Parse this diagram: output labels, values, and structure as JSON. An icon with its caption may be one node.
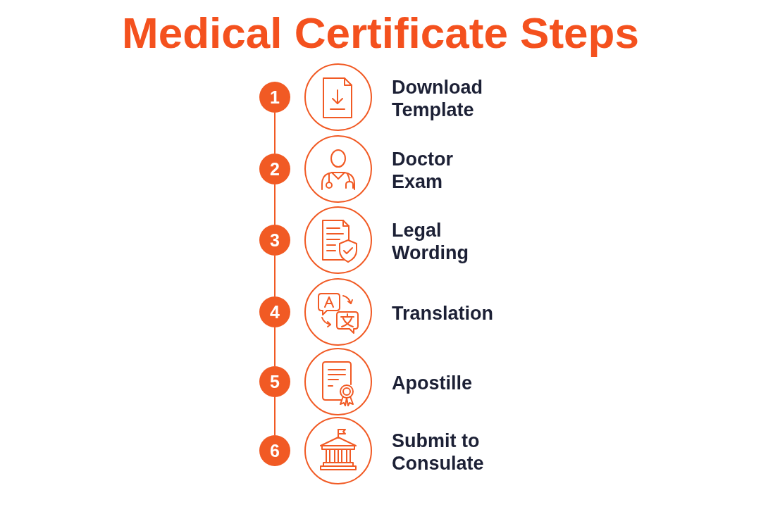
{
  "diagram": {
    "title": "Medical Certificate Steps",
    "nodes": [
      {
        "text": [
          "1"
        ]
      },
      {
        "text": [],
        "shape": "circle",
        "beside": [
          "Download Template"
        ]
      },
      {
        "text": [
          "2"
        ]
      },
      {
        "text": [],
        "shape": "circle",
        "beside": [
          "Doctor Exam"
        ]
      },
      {
        "text": [
          "3"
        ]
      },
      {
        "text": [],
        "shape": "circle",
        "beside": [
          "Legal Wording"
        ]
      },
      {
        "text": [
          "4"
        ]
      },
      {
        "text": [],
        "shape": "circle",
        "beside": [
          "Translation"
        ]
      },
      {
        "text": [
          "5"
        ]
      },
      {
        "text": [],
        "shape": "circle",
        "beside": [
          "Apostille"
        ]
      },
      {
        "text": [
          "6"
        ]
      },
      {
        "text": [],
        "shape": "circle",
        "beside": [
          "Submit to Consulate"
        ]
      }
    ],
    "edges": [
      {
        "from": 0,
        "to": 2,
        "arrow": "none"
      },
      {
        "from": 2,
        "to": 4,
        "arrow": "none"
      },
      {
        "from": 4,
        "to": 6,
        "arrow": "none"
      },
      {
        "from": 6,
        "to": 8,
        "arrow": "none"
      },
      {
        "from": 8,
        "to": 10,
        "arrow": "none"
      }
    ]
  }
}
